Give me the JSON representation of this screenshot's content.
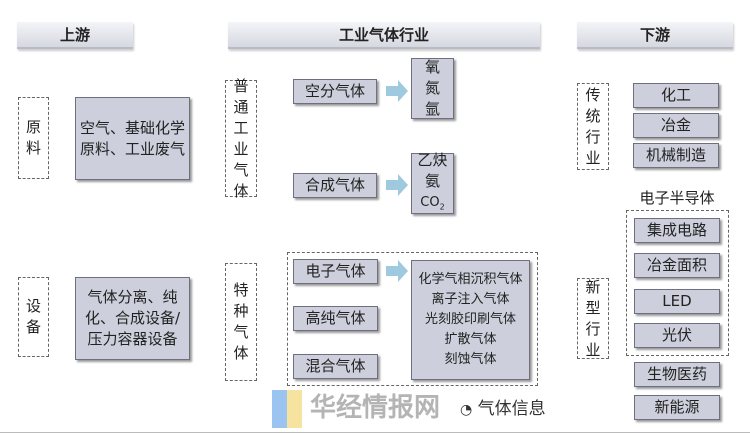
{
  "headers": {
    "upstream": "上游",
    "industry": "工业气体行业",
    "downstream": "下游"
  },
  "upstream": {
    "raw_label": "原料",
    "raw_items": "空气、基础化学原料、工业废气",
    "equip_label": "设备",
    "equip_items": "气体分离、纯化、合成设备/压力容器设备"
  },
  "industry": {
    "general_label": "普通工业气体",
    "air_separation": "空分气体",
    "air_products": [
      "氧",
      "氮",
      "氩"
    ],
    "synthetic": "合成气体",
    "synthetic_products": [
      "乙炔",
      "氨",
      "CO"
    ],
    "co2_sub": "2",
    "special_label": "特种气体",
    "electronic": "电子气体",
    "high_purity": "高纯气体",
    "mixed": "混合气体",
    "electronic_products": [
      "化学气相沉积气体",
      "离子注入气体",
      "光刻胶印刷气体",
      "扩散气体",
      "刻蚀气体"
    ]
  },
  "downstream": {
    "traditional_label": "传统行业",
    "traditional_items": [
      "化工",
      "冶金",
      "机械制造"
    ],
    "semiconductor_label": "电子半导体",
    "semiconductor_items": [
      "集成电路",
      "冶金面积",
      "LED",
      "光伏"
    ],
    "new_label": "新型行业",
    "new_items": [
      "生物医药",
      "新能源"
    ]
  },
  "watermark": {
    "site": "华经情报网",
    "wechat": "气体信息"
  },
  "colors": {
    "box": "#cdd0dc",
    "arrow": "#9ec9df"
  }
}
